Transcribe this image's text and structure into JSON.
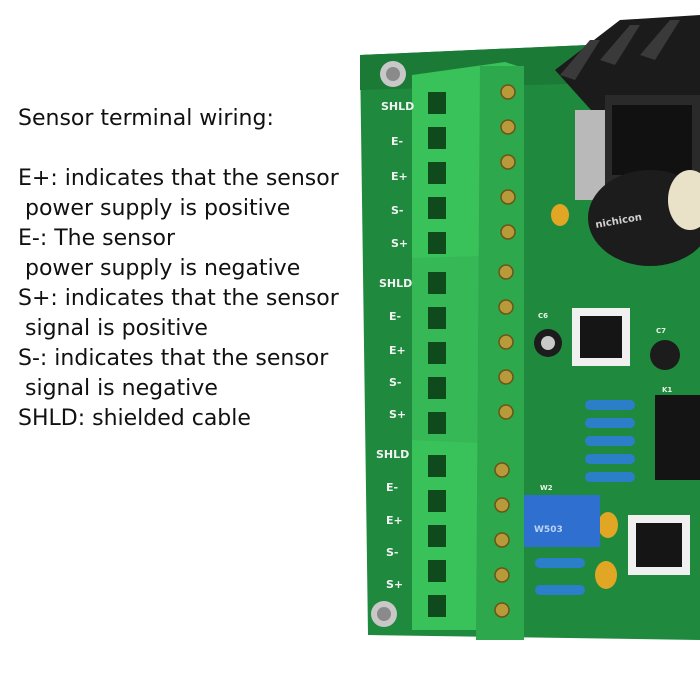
{
  "caption": {
    "heading": "Sensor terminal wiring:",
    "lines": [
      "E+: indicates that the sensor",
      " power supply is positive",
      "E-: The sensor",
      " power supply is negative",
      "S+: indicates that the sensor",
      " signal is positive",
      "S-: indicates that the sensor",
      " signal is negative",
      "SHLD: shielded cable"
    ]
  },
  "board": {
    "terminal_labels": [
      "SHLD",
      "E-",
      "E+",
      "S-",
      "S+",
      "SHLD",
      "E-",
      "E+",
      "S-",
      "S+",
      "SHLD",
      "E-",
      "E+",
      "S-",
      "S+"
    ],
    "component_labels": {
      "c6": "C6",
      "c7": "C7",
      "k1": "K1",
      "w2": "W2"
    },
    "trimmer_text": "W503",
    "capacitor_text": "nichicon",
    "colors": {
      "pcb": "#1f8a3e",
      "terminal": "#39c15a",
      "heatsink": "#1b1b1b"
    }
  }
}
